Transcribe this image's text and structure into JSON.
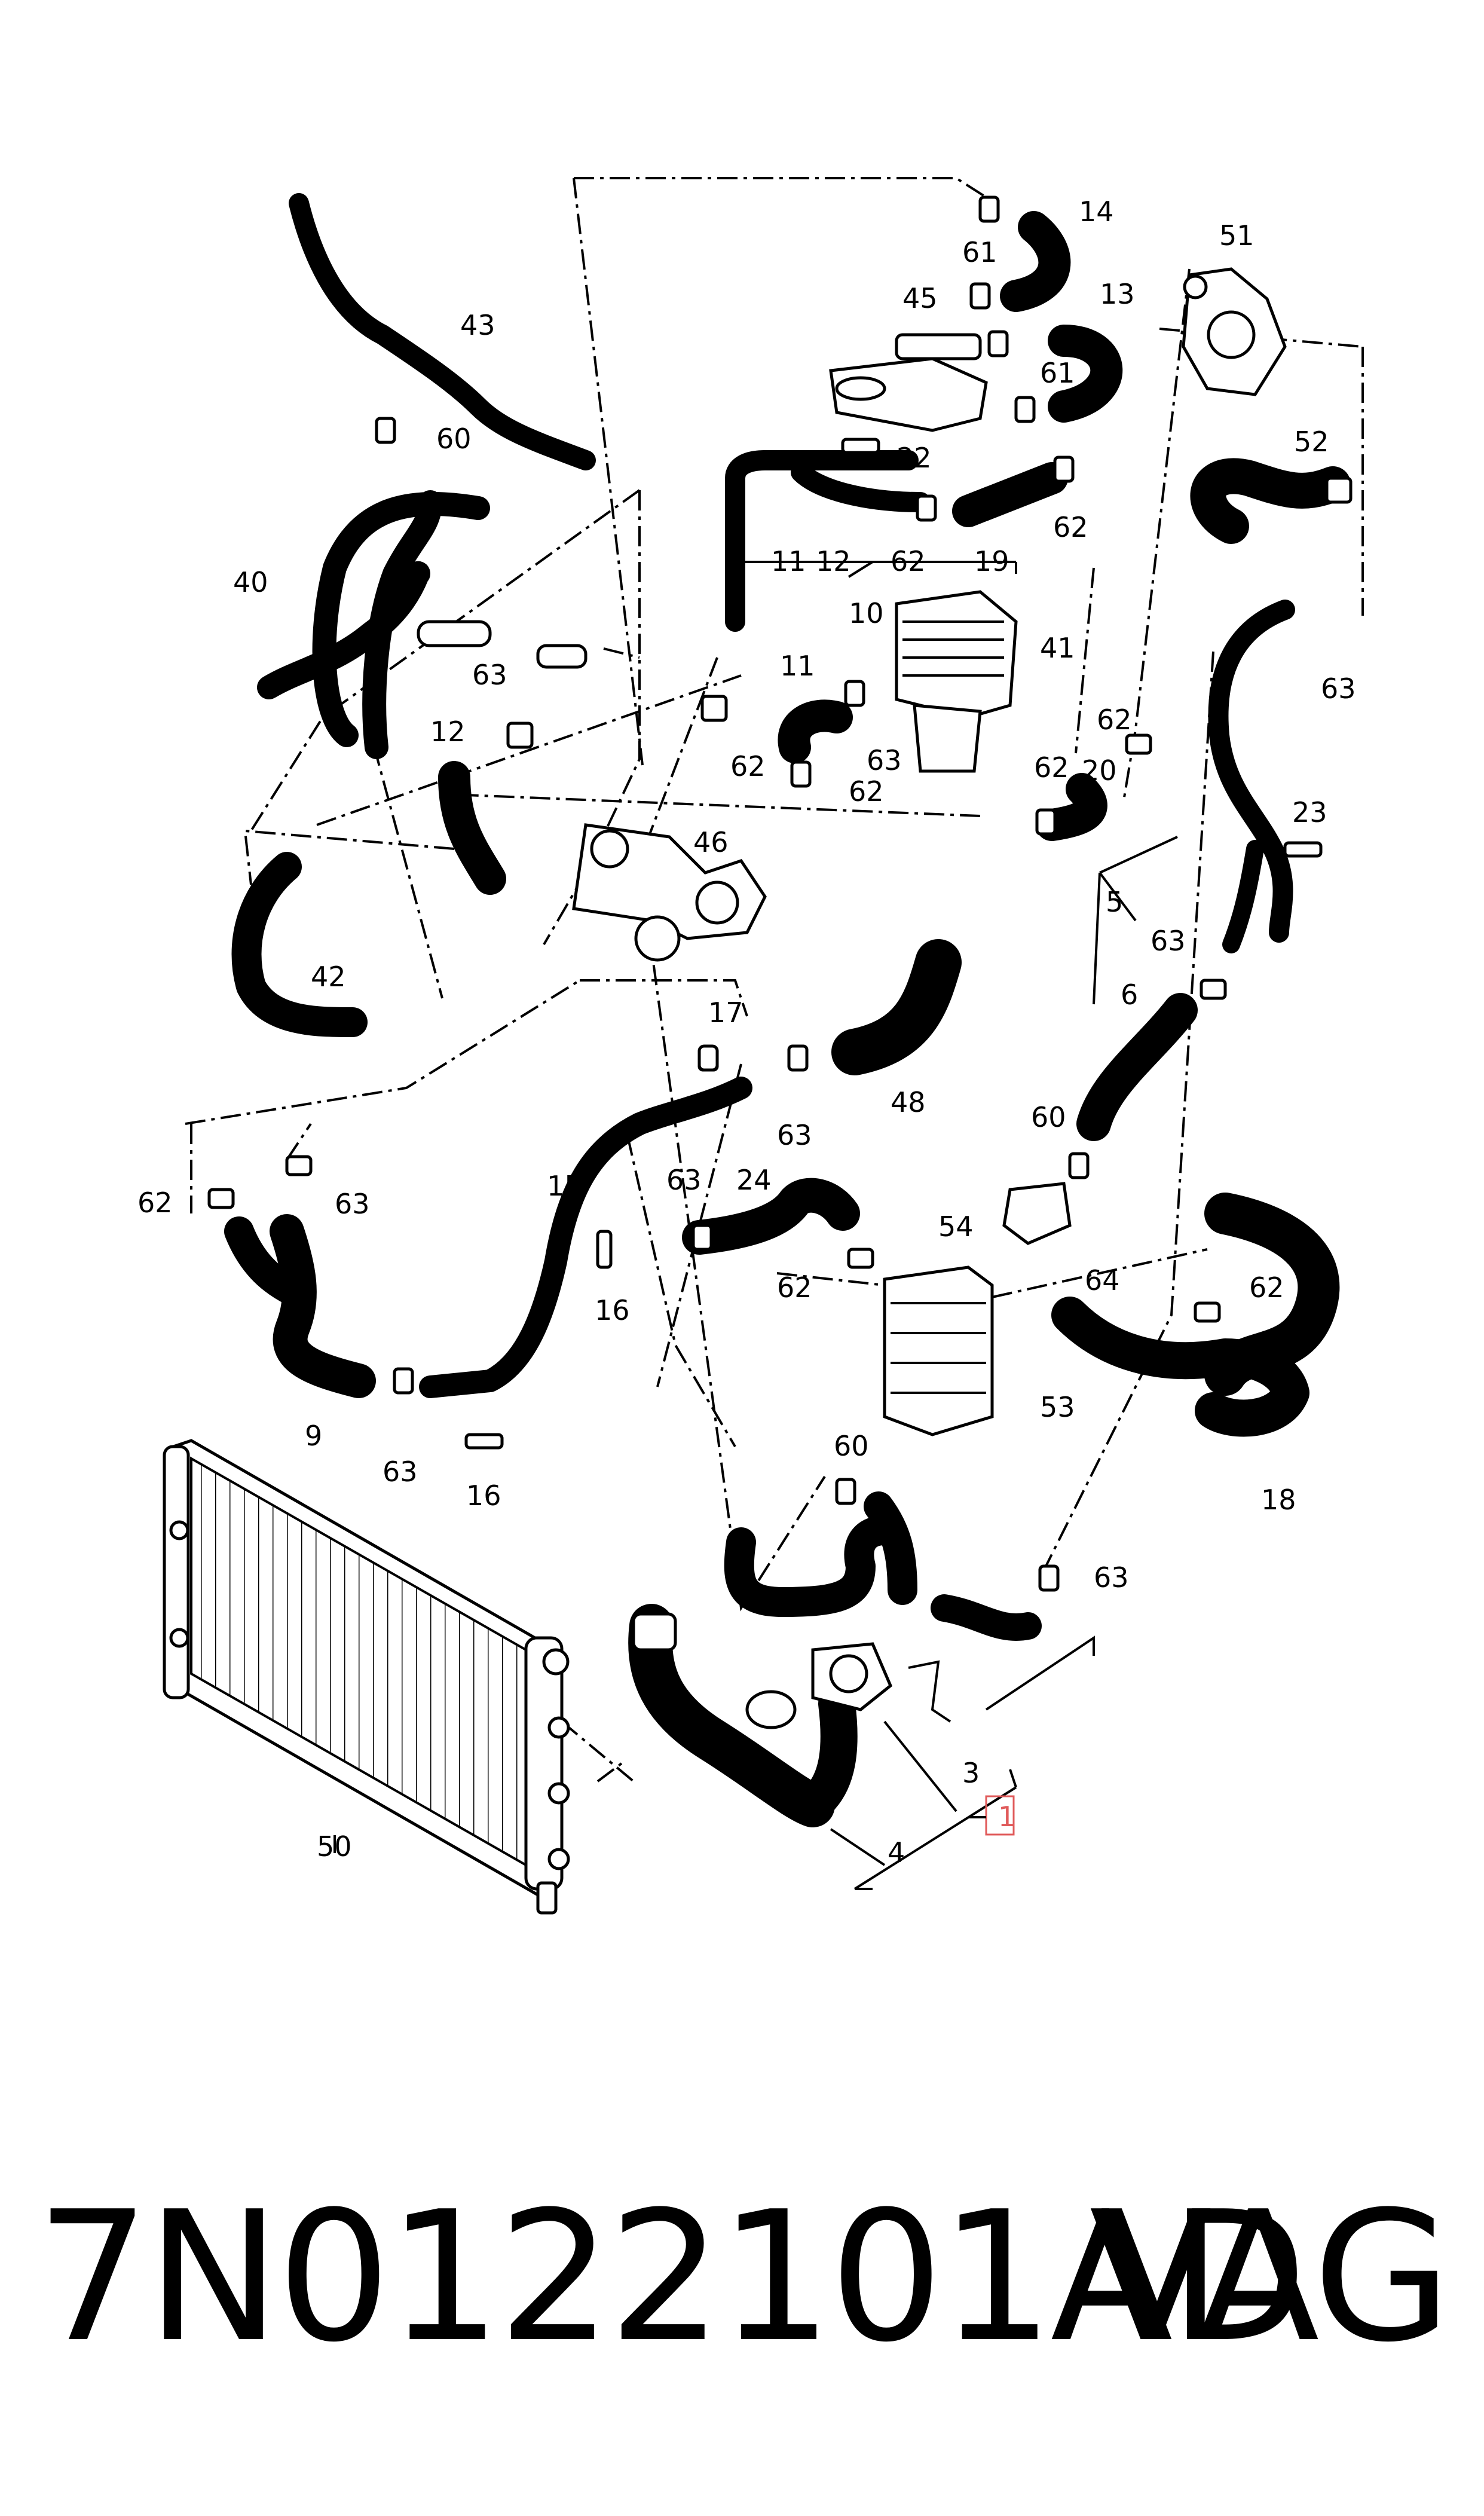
{
  "footer": {
    "part_number": "7N0122101AD",
    "brand": "VAG"
  },
  "highlight_color": "#e05a5a",
  "callouts": [
    {
      "id": "c14",
      "text": "14"
    },
    {
      "id": "c51",
      "text": "51"
    },
    {
      "id": "c61a",
      "text": "61"
    },
    {
      "id": "c13",
      "text": "13"
    },
    {
      "id": "c45",
      "text": "45"
    },
    {
      "id": "c61b",
      "text": "61"
    },
    {
      "id": "c43",
      "text": "43"
    },
    {
      "id": "c60a",
      "text": "60"
    },
    {
      "id": "c22",
      "text": "22"
    },
    {
      "id": "c52",
      "text": "52"
    },
    {
      "id": "c62a",
      "text": "62"
    },
    {
      "id": "c11a",
      "text": "11"
    },
    {
      "id": "c12a",
      "text": "12"
    },
    {
      "id": "c62b",
      "text": "62"
    },
    {
      "id": "c19",
      "text": "19"
    },
    {
      "id": "c40",
      "text": "40"
    },
    {
      "id": "c10",
      "text": "10"
    },
    {
      "id": "c41",
      "text": "41"
    },
    {
      "id": "c63a",
      "text": "63"
    },
    {
      "id": "c63b",
      "text": "63"
    },
    {
      "id": "c11b",
      "text": "11"
    },
    {
      "id": "c12b",
      "text": "12"
    },
    {
      "id": "c63c",
      "text": "63"
    },
    {
      "id": "c62c",
      "text": "62"
    },
    {
      "id": "c62d",
      "text": "62"
    },
    {
      "id": "c62e",
      "text": "62"
    },
    {
      "id": "c62f",
      "text": "62"
    },
    {
      "id": "c20",
      "text": "20"
    },
    {
      "id": "c23",
      "text": "23"
    },
    {
      "id": "c46",
      "text": "46"
    },
    {
      "id": "c5",
      "text": "5"
    },
    {
      "id": "c63d",
      "text": "63"
    },
    {
      "id": "c6",
      "text": "6"
    },
    {
      "id": "c42",
      "text": "42"
    },
    {
      "id": "c17",
      "text": "17"
    },
    {
      "id": "c48",
      "text": "48"
    },
    {
      "id": "c60b",
      "text": "60"
    },
    {
      "id": "c63e",
      "text": "63"
    },
    {
      "id": "c62g",
      "text": "62"
    },
    {
      "id": "c63f",
      "text": "63"
    },
    {
      "id": "c15",
      "text": "15"
    },
    {
      "id": "c63g",
      "text": "63"
    },
    {
      "id": "c24",
      "text": "24"
    },
    {
      "id": "c54",
      "text": "54"
    },
    {
      "id": "c62h",
      "text": "62"
    },
    {
      "id": "c64",
      "text": "64"
    },
    {
      "id": "c62i",
      "text": "62"
    },
    {
      "id": "c16a",
      "text": "16"
    },
    {
      "id": "c53",
      "text": "53"
    },
    {
      "id": "c9",
      "text": "9"
    },
    {
      "id": "c63h",
      "text": "63"
    },
    {
      "id": "c16b",
      "text": "16"
    },
    {
      "id": "c60c",
      "text": "60"
    },
    {
      "id": "c18",
      "text": "18"
    },
    {
      "id": "c63i",
      "text": "63"
    },
    {
      "id": "c3",
      "text": "3"
    },
    {
      "id": "c1",
      "text": "1"
    },
    {
      "id": "c50",
      "text": "50"
    },
    {
      "id": "c4",
      "text": "4"
    }
  ]
}
